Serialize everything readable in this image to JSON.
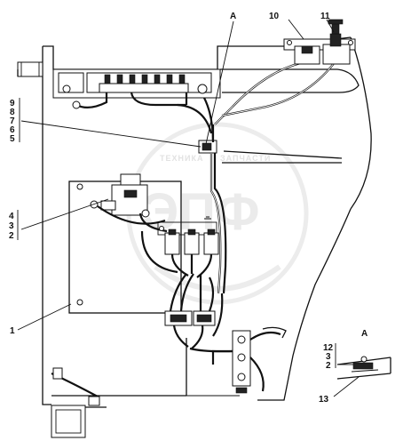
{
  "watermark": {
    "line1": "ТЕХНИКА",
    "line2": "ЗАПЧАСТИ",
    "big": "ЭПФ"
  },
  "callouts": {
    "view_a_top": "A",
    "num_10": "10",
    "num_11": "11",
    "group_top": [
      "9",
      "8",
      "7",
      "6",
      "5"
    ],
    "group_mid": [
      "4",
      "3",
      "2"
    ],
    "num_1": "1",
    "view_a_detail": "A",
    "group_detail": [
      "12",
      "3",
      "2"
    ],
    "num_13": "13"
  }
}
